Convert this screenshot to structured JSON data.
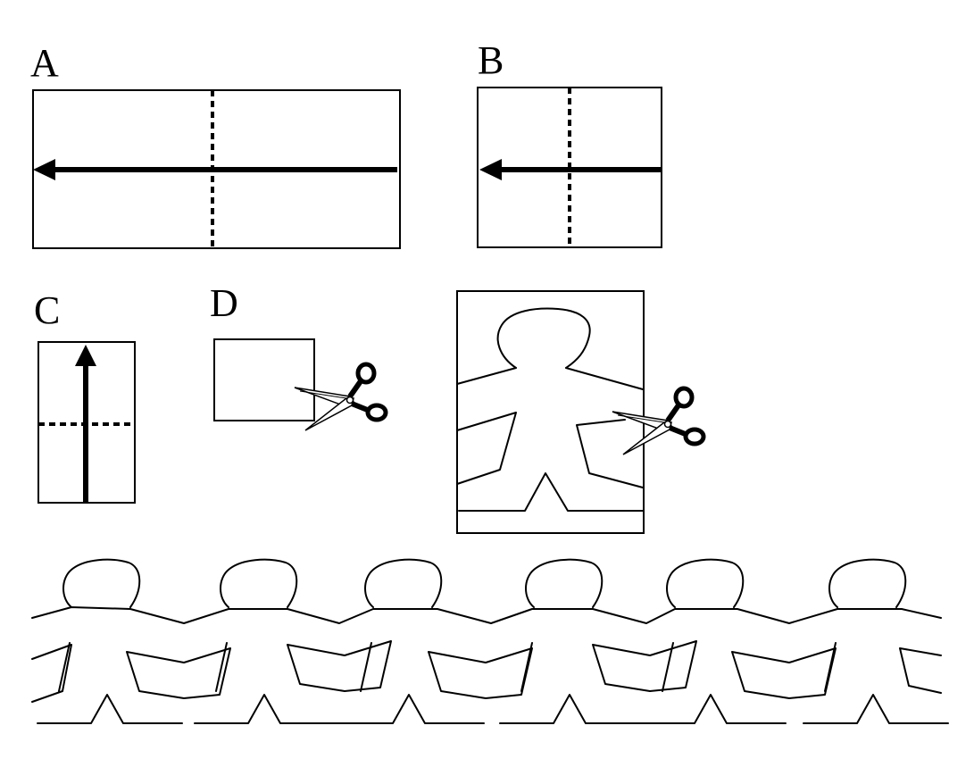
{
  "labels": {
    "a": "A",
    "b": "B",
    "c": "C",
    "d": "D"
  },
  "colors": {
    "ink": "#000000",
    "paper": "#ffffff"
  },
  "icons": [
    "scissors-icon",
    "arrow-left-icon",
    "arrow-up-icon"
  ],
  "chain": {
    "count": 6
  }
}
